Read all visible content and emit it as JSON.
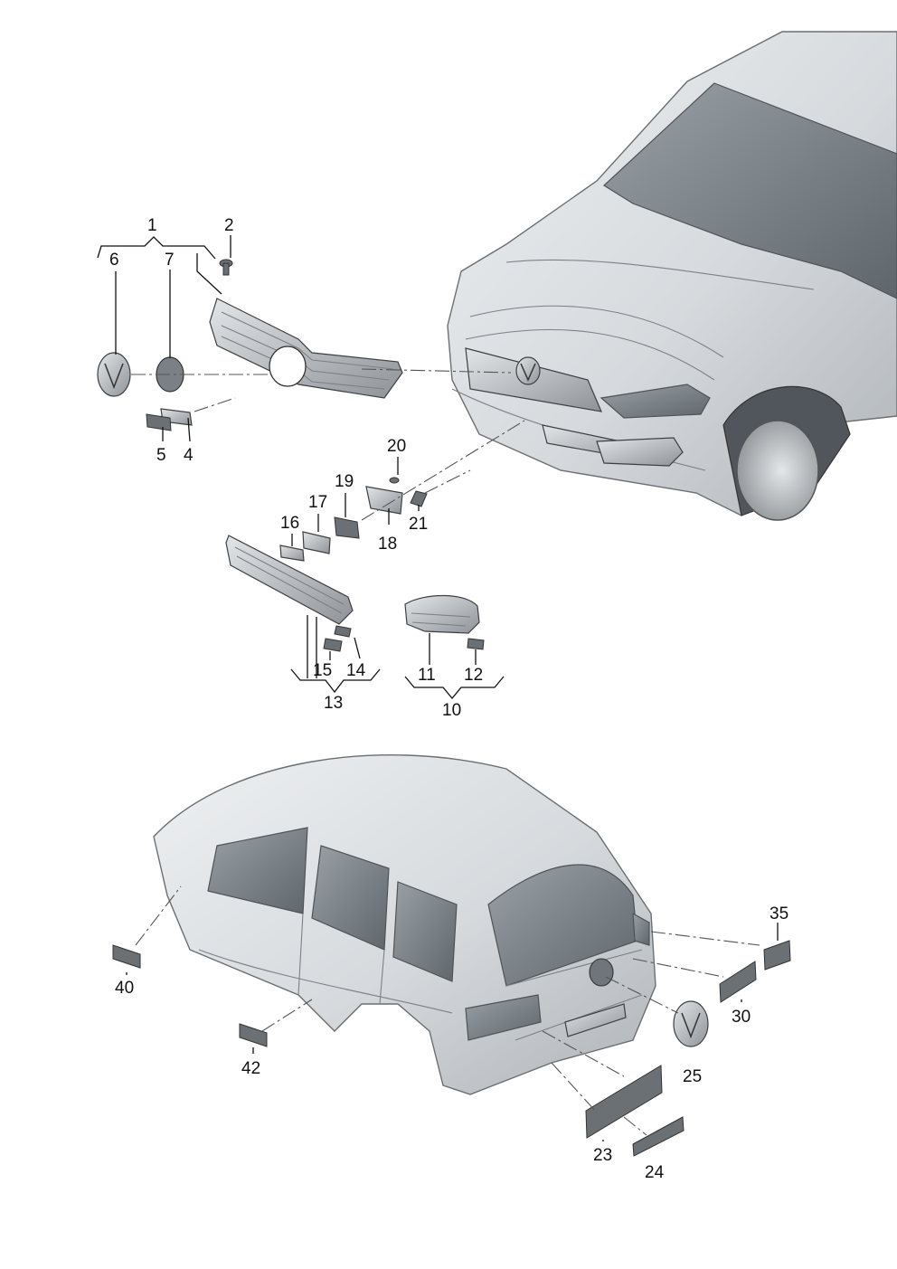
{
  "callouts": {
    "c1": "1",
    "c2": "2",
    "c4": "4",
    "c5": "5",
    "c6": "6",
    "c7": "7",
    "c10": "10",
    "c11": "11",
    "c12": "12",
    "c13": "13",
    "c14": "14",
    "c15": "15",
    "c16": "16",
    "c17": "17",
    "c18": "18",
    "c19": "19",
    "c20": "20",
    "c21": "21",
    "c23": "23",
    "c24": "24",
    "c25": "25",
    "c30": "30",
    "c35": "35",
    "c40": "40",
    "c42": "42"
  },
  "colors": {
    "part_fill": "#c9cdd1",
    "body_fill": "#d9dde0",
    "glass_fill": "#7b8287",
    "line": "#111111"
  }
}
